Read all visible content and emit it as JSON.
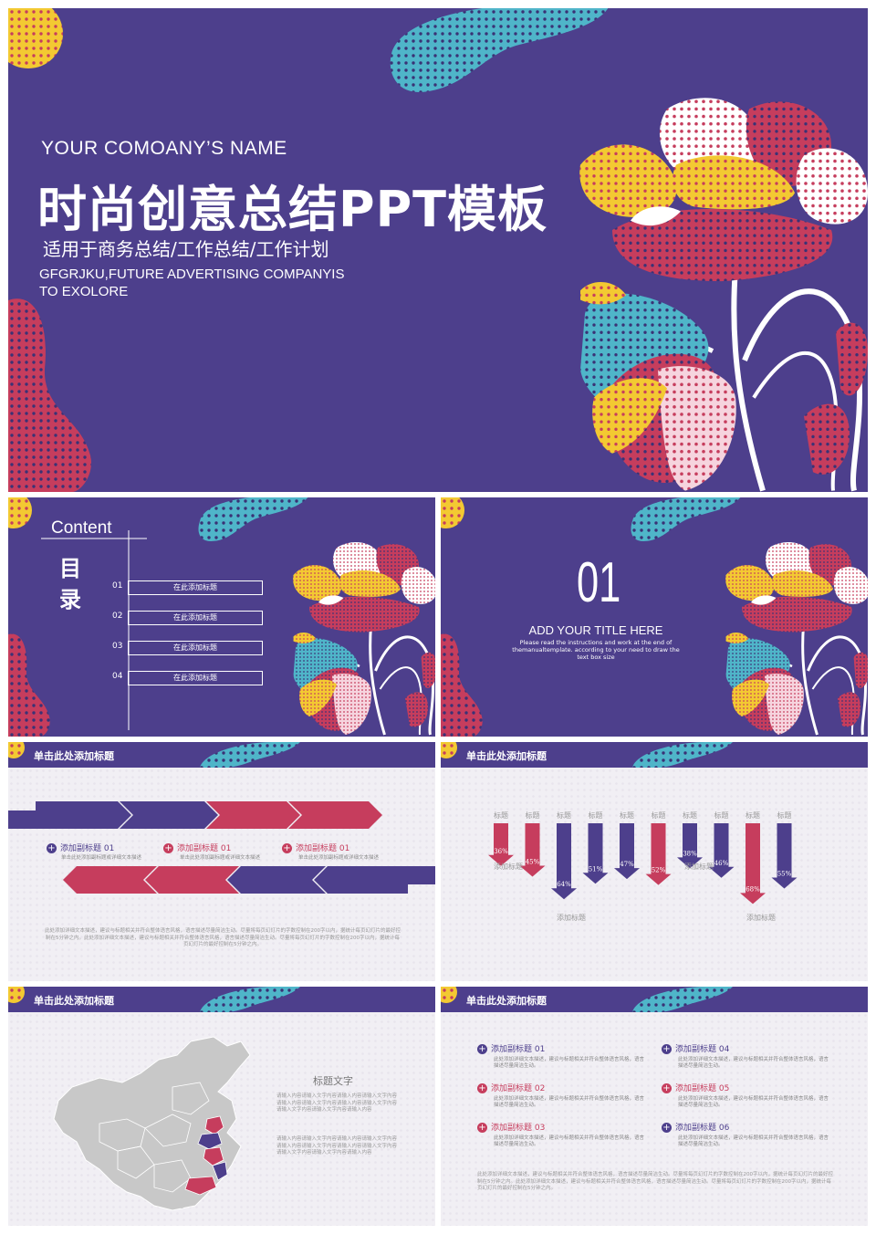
{
  "cover": {
    "company": "YOUR COMOANY’S NAME",
    "title": "时尚创意总结PPT模板",
    "subtitle": "适用于商务总结/工作总结/工作计划",
    "tagline_1": "GFGRJKU,FUTURE ADVERTISING COMPANYIS",
    "tagline_2": "TO EXOLORE"
  },
  "toc": {
    "heading": "Content",
    "heading_cn_1": "目",
    "heading_cn_2": "录",
    "items": [
      {
        "num": "01",
        "label": "在此添加标题"
      },
      {
        "num": "02",
        "label": "在此添加标题"
      },
      {
        "num": "03",
        "label": "在此添加标题"
      },
      {
        "num": "04",
        "label": "在此添加标题"
      }
    ]
  },
  "section": {
    "number": "01",
    "title": "ADD YOUR TITLE HERE",
    "desc_1": "Please read the instructions and work at the end of",
    "desc_2": "themanualtemplate. according to your need to draw the",
    "desc_3": "text box size"
  },
  "arrow_slide": {
    "header": "单击此处添加标题",
    "items": [
      {
        "title": "添加副标题 01",
        "desc": "单击此处添加副标题或详细文本描述",
        "color": "#4d3f8c"
      },
      {
        "title": "添加副标题 01",
        "desc": "单击此处添加副标题或详细文本描述",
        "color": "#c63d5d"
      },
      {
        "title": "添加副标题 01",
        "desc": "单击此处添加副标题或详细文本描述",
        "color": "#c63d5d"
      }
    ],
    "paragraph": "此处添加详细文本描述，建议与标题相关并符合整体语言风格，语言描述尽量简洁生动。尽量将每页幻灯片的字数控制在200字以内，据统计每页幻灯片的最好控制在5分钟之内。此处添加详细文本描述，建议与标题相关并符合整体语言风格，语言描述尽量简洁生动。尽量将每页幻灯片的字数控制在200字以内，据统计每页幻灯片的最好控制在5分钟之内。"
  },
  "bars_slide": {
    "header": "单击此处添加标题",
    "bars": [
      {
        "label": "标题",
        "pct": "36%",
        "value": 36,
        "color": "#c63d5d"
      },
      {
        "label": "标题",
        "pct": "45%",
        "value": 45,
        "color": "#c63d5d"
      },
      {
        "label": "标题",
        "pct": "64%",
        "value": 64,
        "color": "#4d3f8c"
      },
      {
        "label": "标题",
        "pct": "51%",
        "value": 51,
        "color": "#4d3f8c"
      },
      {
        "label": "标题",
        "pct": "47%",
        "value": 47,
        "color": "#4d3f8c"
      },
      {
        "label": "标题",
        "pct": "52%",
        "value": 52,
        "color": "#c63d5d"
      },
      {
        "label": "标题",
        "pct": "38%",
        "value": 38,
        "color": "#4d3f8c"
      },
      {
        "label": "标题",
        "pct": "46%",
        "value": 46,
        "color": "#4d3f8c"
      },
      {
        "label": "标题",
        "pct": "68%",
        "value": 68,
        "color": "#c63d5d"
      },
      {
        "label": "标题",
        "pct": "55%",
        "value": 55,
        "color": "#4d3f8c"
      }
    ],
    "notes": [
      "添加标题",
      "添加标题",
      "添加标题",
      "添加标题"
    ]
  },
  "map_slide": {
    "header": "单击此处添加标题",
    "title": "标题文字",
    "para_1": "请输入内容请输入文字内容请输入内容请输入文字内容请输入内容请输入文字内容请输入内容请输入文字内容请输入文字内容请输入文字内容请输入内容",
    "para_2": "请输入内容请输入文字内容请输入内容请输入文字内容请输入内容请输入文字内容请输入内容请输入文字内容请输入文字内容请输入文字内容请输入内容"
  },
  "list_slide": {
    "header": "单击此处添加标题",
    "items": [
      {
        "title": "添加副标题 01",
        "desc": "此处添加详细文本描述，建议与标题相关并符合整体语言风格，语言描述尽量简洁生动。",
        "color": "#4d3f8c"
      },
      {
        "title": "添加副标题 02",
        "desc": "此处添加详细文本描述，建议与标题相关并符合整体语言风格，语言描述尽量简洁生动。",
        "color": "#c63d5d"
      },
      {
        "title": "添加副标题 03",
        "desc": "此处添加详细文本描述，建议与标题相关并符合整体语言风格，语言描述尽量简洁生动。",
        "color": "#c63d5d"
      },
      {
        "title": "添加副标题 04",
        "desc": "此处添加详细文本描述，建议与标题相关并符合整体语言风格，语言描述尽量简洁生动。",
        "color": "#4d3f8c"
      },
      {
        "title": "添加副标题 05",
        "desc": "此处添加详细文本描述，建议与标题相关并符合整体语言风格，语言描述尽量简洁生动。",
        "color": "#c63d5d"
      },
      {
        "title": "添加副标题 06",
        "desc": "此处添加详细文本描述，建议与标题相关并符合整体语言风格，语言描述尽量简洁生动。",
        "color": "#4d3f8c"
      }
    ],
    "paragraph": "此处添加详细文本描述，建议与标题相关并符合整体语言风格，语言描述尽量简洁生动。尽量将每页幻灯片的字数控制在200字以内，据统计每页幻灯片的最好控制在5分钟之内。此处添加详细文本描述，建议与标题相关并符合整体语言风格，语言描述尽量简洁生动。尽量将每页幻灯片的字数控制在200字以内，据统计每页幻灯片的最好控制在5分钟之内。"
  },
  "colors": {
    "purple": "#4d3f8c",
    "red": "#c63d5d",
    "teal": "#4fb5c9",
    "yellow": "#f3c932"
  }
}
